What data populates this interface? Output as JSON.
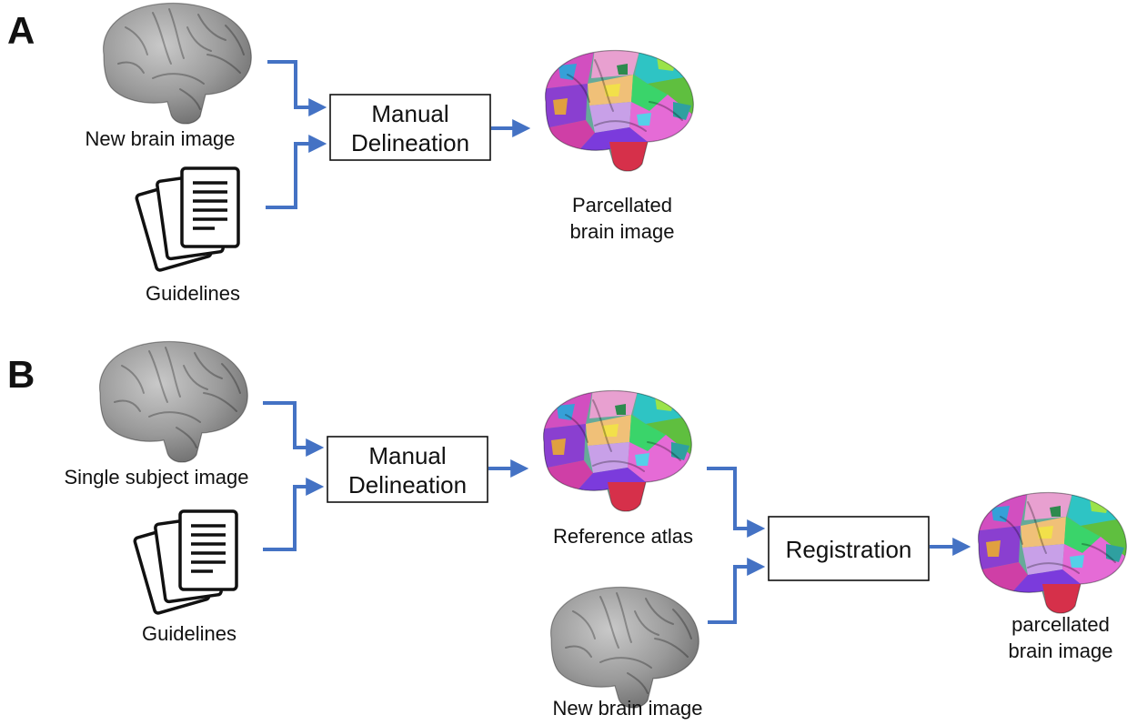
{
  "panel_a": {
    "label": "A",
    "input_brain_label": "New brain image",
    "guidelines_label": "Guidelines",
    "process_line1": "Manual",
    "process_line2": "Delineation",
    "output_line1": "Parcellated",
    "output_line2": "brain image"
  },
  "panel_b": {
    "label": "B",
    "input_brain_label": "Single subject image",
    "guidelines_label": "Guidelines",
    "process_line1": "Manual",
    "process_line2": "Delineation",
    "atlas_label": "Reference atlas",
    "new_brain_label": "New brain image",
    "registration_label": "Registration",
    "output_line1": "parcellated",
    "output_line2": "brain image"
  },
  "colors": {
    "arrow": "#4472c4",
    "gray_brain": "#8c8c8c",
    "temporal_lobe": "#d6304a"
  },
  "icons": {
    "brain_gray": "gray-brain-surface-icon",
    "brain_parcellated": "parcellated-brain-icon",
    "guidelines": "document-stack-icon"
  }
}
